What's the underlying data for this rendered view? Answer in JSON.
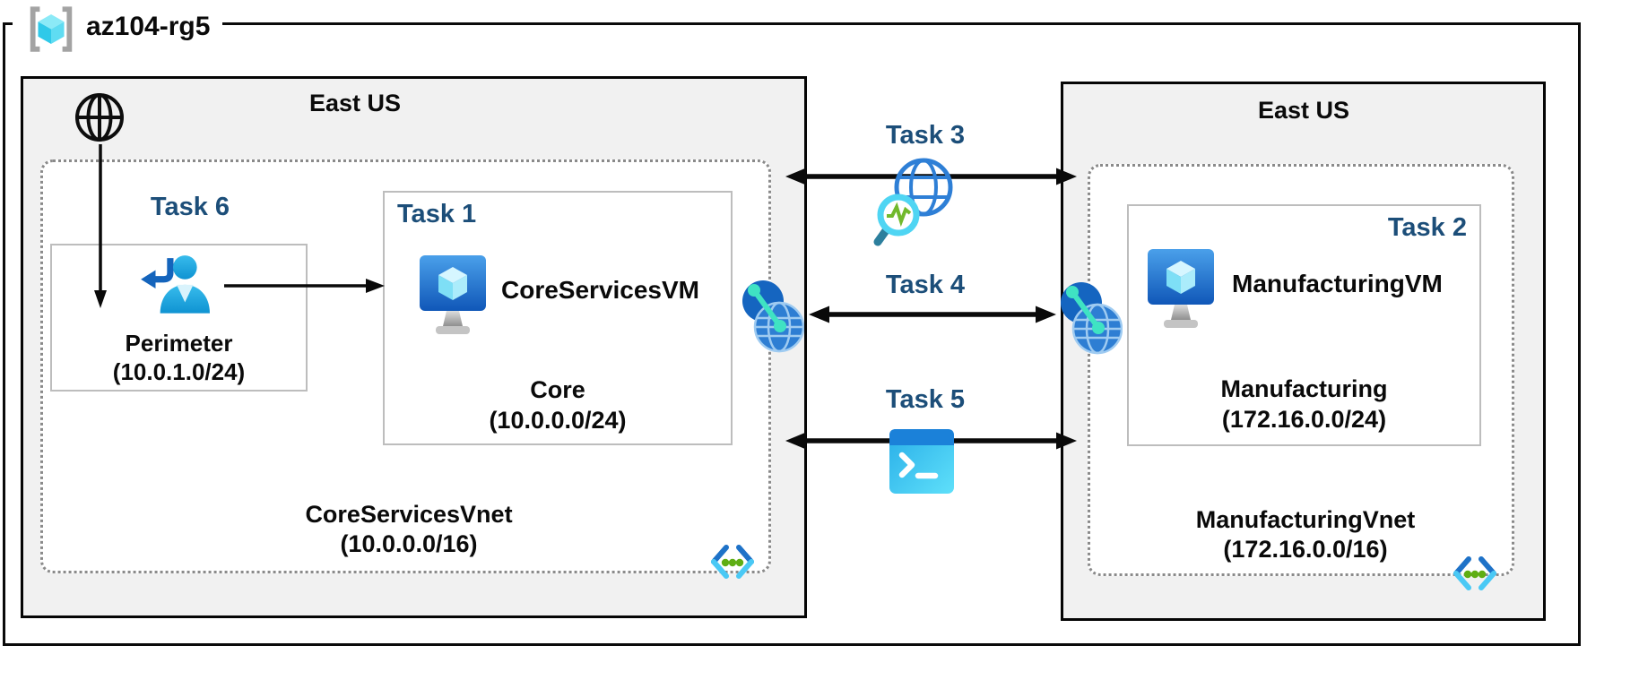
{
  "title": "az104-rg5",
  "regions": {
    "left": {
      "location": "East US",
      "task6_label": "Task 6",
      "perimeter": {
        "name": "Perimeter",
        "cidr": "(10.0.1.0/24)"
      },
      "task1": {
        "label": "Task 1",
        "vm_name": "CoreServicesVM",
        "subnet_name": "Core",
        "subnet_cidr": "(10.0.0.0/24)"
      },
      "vnet_name": "CoreServicesVnet",
      "vnet_cidr": "(10.0.0.0/16)"
    },
    "right": {
      "location": "East US",
      "task2": {
        "label": "Task 2",
        "vm_name": "ManufacturingVM",
        "subnet_name": "Manufacturing",
        "subnet_cidr": "(172.16.0.0/24)"
      },
      "vnet_name": "ManufacturingVnet",
      "vnet_cidr": "(172.16.0.0/16)"
    }
  },
  "connectors": {
    "task3": {
      "label": "Task 3",
      "icon": "network-watcher-icon"
    },
    "task4": {
      "label": "Task 4",
      "icon": "vnet-peering-icon"
    },
    "task5": {
      "label": "Task 5",
      "icon": "cloud-shell-icon"
    }
  },
  "icons": {
    "resource_group": "resource-group-icon",
    "internet": "internet-globe-icon",
    "sign_in_user": "sign-in-user-icon",
    "virtual_machine": "virtual-machine-icon",
    "virtual_network": "virtual-network-icon",
    "vnet_peering": "vnet-peering-icon",
    "network_watcher": "network-watcher-icon",
    "cloud_shell": "cloud-shell-icon"
  },
  "colors": {
    "task_label_blue": "#1c4e79",
    "region_fill": "#f1f1f1",
    "azure_blue": "#1565c0",
    "cyan_accent": "#4ac9f5",
    "green_dot": "#5fae14",
    "teal_link": "#3fe3c3",
    "watcher_green": "#71b92c"
  }
}
